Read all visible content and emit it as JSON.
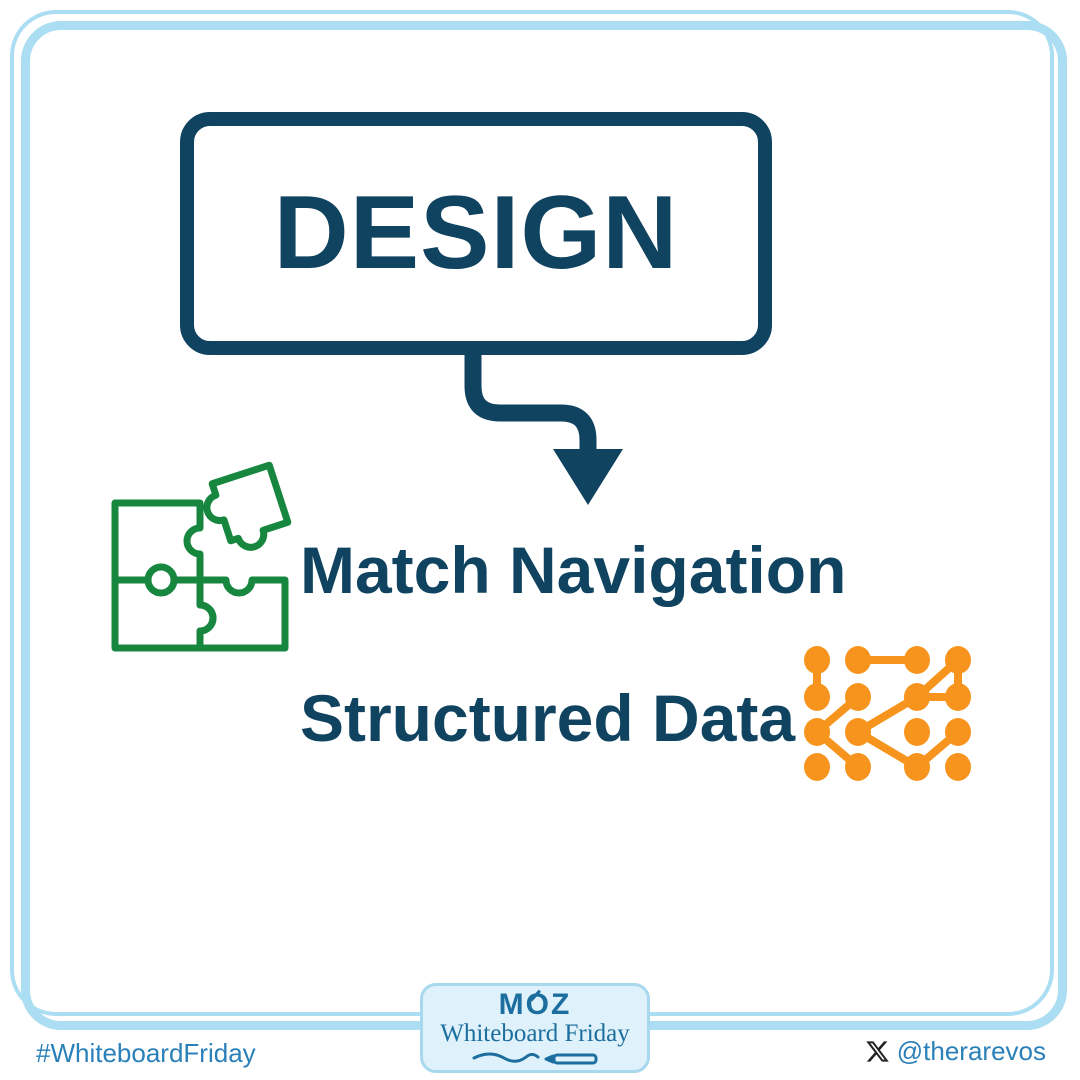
{
  "colors": {
    "navy": "#0F4360",
    "green": "#17873F",
    "orange": "#F7941E",
    "frame-blue": "#ABDEF2",
    "badge-bg": "#DFF1FA",
    "badge-border": "#A8D8EE",
    "badge-text": "#1B6E9E",
    "link-blue": "#2A80B8",
    "x-dark": "#222222"
  },
  "diagram": {
    "box_label": "DESIGN",
    "items": [
      {
        "icon": "puzzle-icon",
        "label": "Match Navigation"
      },
      {
        "icon": "structured-data-icon",
        "label": "Structured Data"
      }
    ]
  },
  "footer": {
    "hashtag": "#WhiteboardFriday",
    "handle": "@therarevos",
    "badge": {
      "brand": "MOZ",
      "series": "Whiteboard Friday"
    }
  }
}
